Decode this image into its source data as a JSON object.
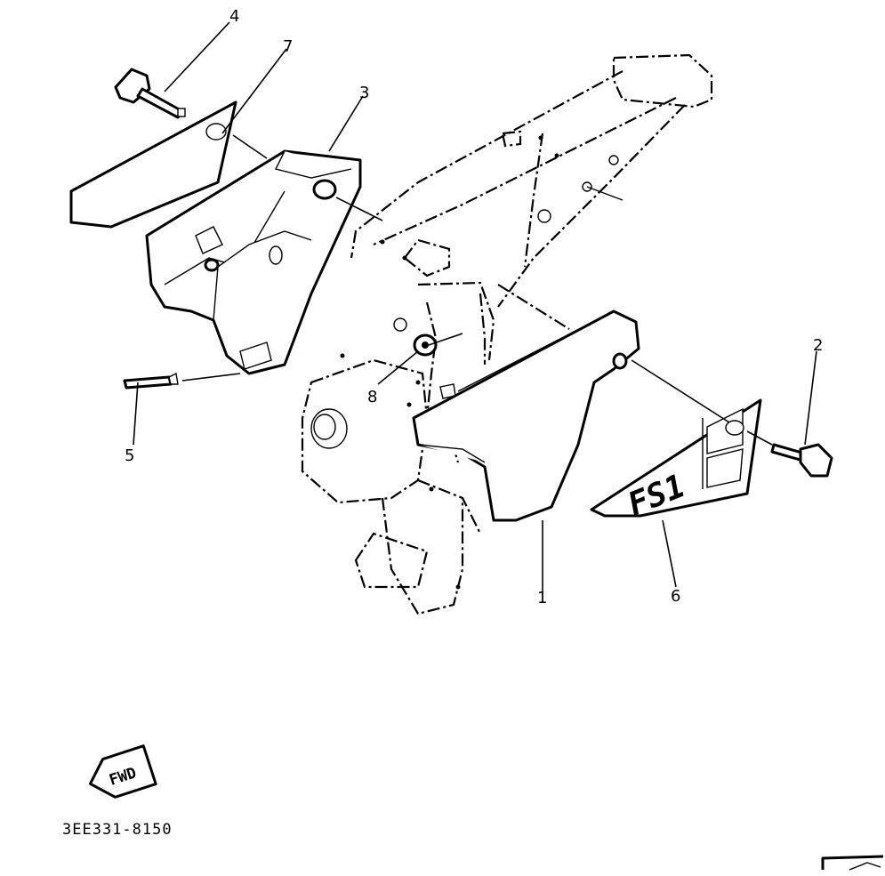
{
  "callouts": {
    "c1": "1",
    "c2": "2",
    "c3": "3",
    "c4": "4",
    "c5": "5",
    "c6": "6",
    "c7": "7",
    "c8": "8"
  },
  "emblem_text": "FS1",
  "fwd_label": "FWD",
  "part_code": "3EE331-8150"
}
